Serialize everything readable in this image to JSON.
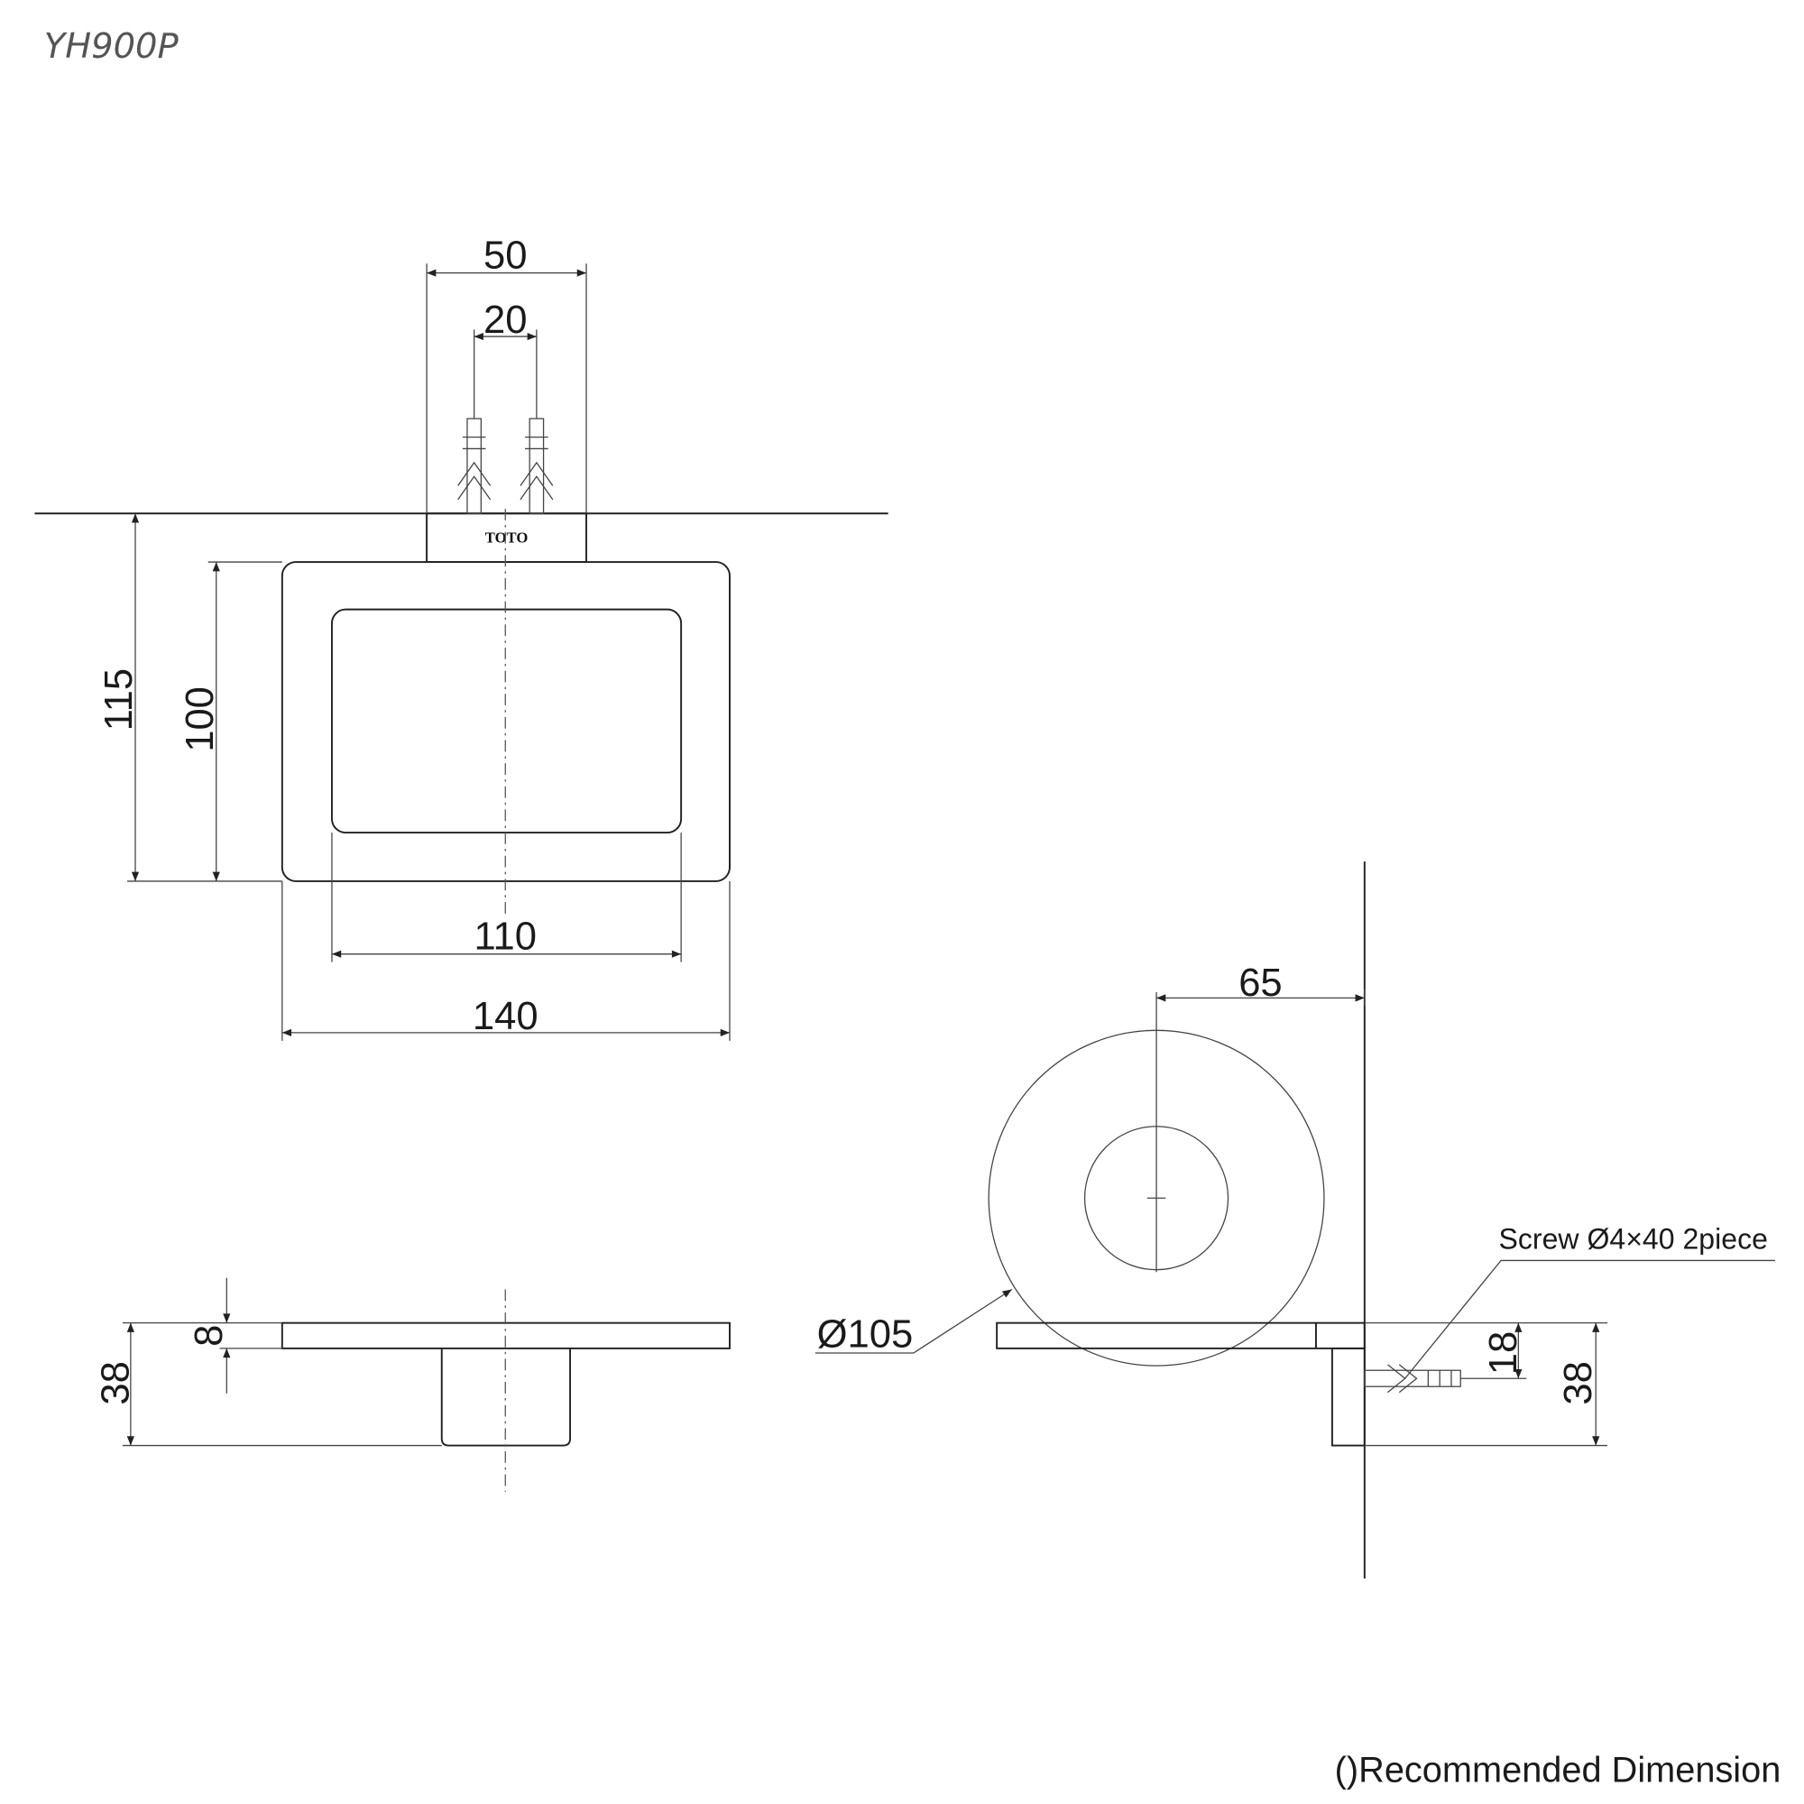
{
  "title": "YH900P",
  "logo": "TOTO",
  "dimensions": {
    "anchor_block_width": "50",
    "screw_spacing": "20",
    "total_projection": "115",
    "body_depth": "100",
    "inner_width": "110",
    "outer_width": "140",
    "side_height": "38",
    "plate_thickness": "8",
    "wall_offset": "65",
    "roll_diameter": "Ø105",
    "screw_height": "18",
    "right_height": "38"
  },
  "screw_note": "Screw Ø4×40 2piece",
  "footer_note": "()Recommended Dimension"
}
